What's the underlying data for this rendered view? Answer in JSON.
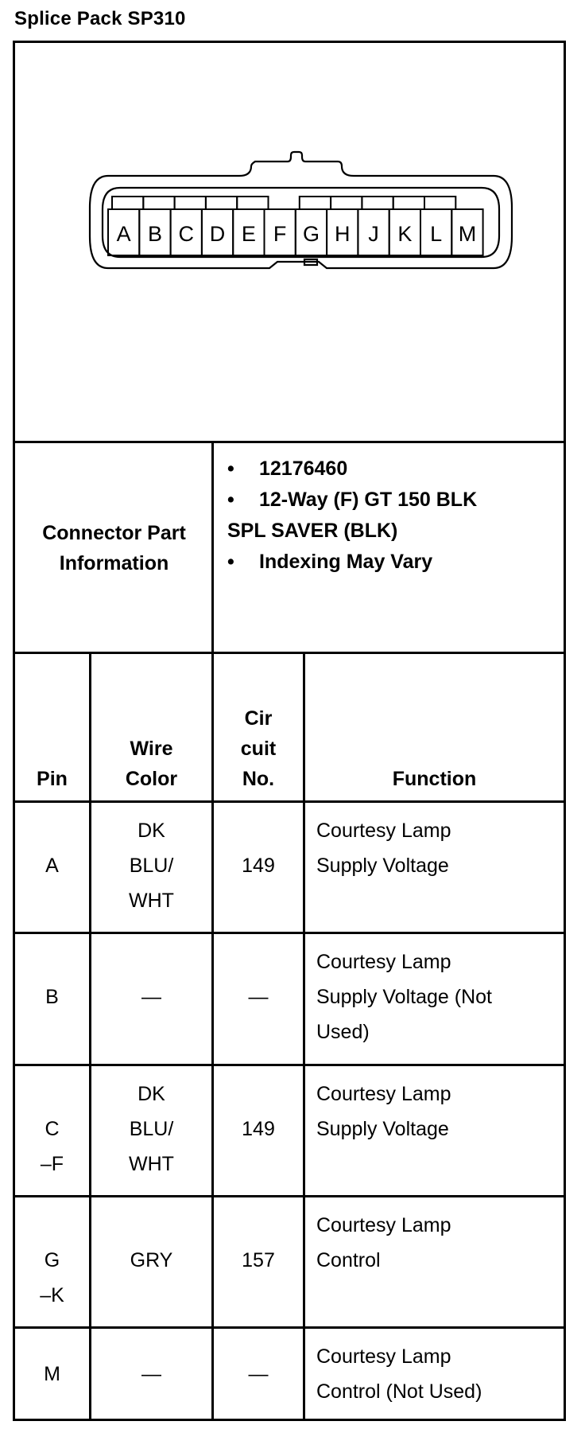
{
  "title": "Splice Pack SP310",
  "connector": {
    "pin_letters": [
      "A",
      "B",
      "C",
      "D",
      "E",
      "F",
      "G",
      "H",
      "J",
      "K",
      "L",
      "M"
    ]
  },
  "part_info": {
    "label_line1": "Connector Part",
    "label_line2": "Information",
    "bullet": "•",
    "part_number": "12176460",
    "description_line1": "12-Way (F) GT 150 BLK",
    "description_line2": "SPL SAVER (BLK)",
    "note": "Indexing May Vary"
  },
  "table": {
    "headers": {
      "pin": "Pin",
      "wire_color": [
        "Wire",
        "Color"
      ],
      "circuit": [
        "Cir",
        "cuit",
        "No."
      ],
      "function": "Function"
    },
    "rows": [
      {
        "pin": [
          "A"
        ],
        "wire": [
          "DK",
          "BLU/",
          "WHT"
        ],
        "circuit": "149",
        "function": [
          "Courtesy Lamp",
          "Supply Voltage"
        ]
      },
      {
        "pin": [
          "B"
        ],
        "wire": [
          "—"
        ],
        "circuit": "—",
        "function": [
          "Courtesy Lamp",
          "Supply Voltage (Not",
          "Used)"
        ]
      },
      {
        "pin": [
          "C",
          "–F"
        ],
        "wire": [
          "DK",
          "BLU/",
          "WHT"
        ],
        "circuit": "149",
        "function": [
          "Courtesy Lamp",
          "Supply Voltage"
        ]
      },
      {
        "pin": [
          "G",
          "–K"
        ],
        "wire": [
          "GRY"
        ],
        "circuit": "157",
        "function": [
          "Courtesy Lamp",
          "Control"
        ]
      },
      {
        "pin": [
          "M"
        ],
        "wire": [
          "—"
        ],
        "circuit": "—",
        "function": [
          "Courtesy Lamp",
          "Control (Not Used)"
        ]
      }
    ]
  }
}
